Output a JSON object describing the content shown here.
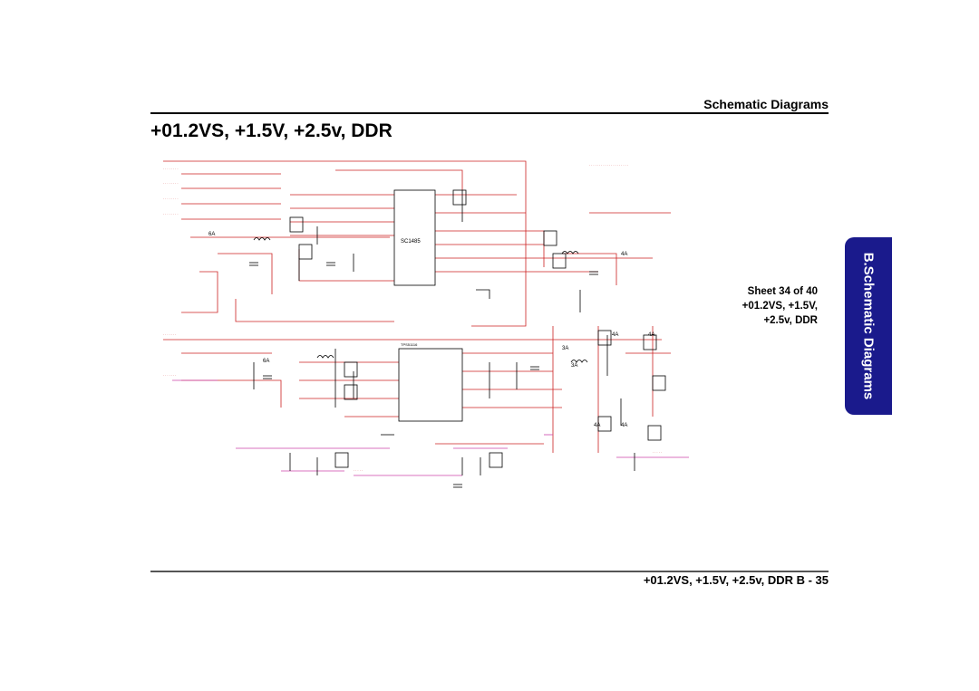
{
  "header": {
    "title": "Schematic  Diagrams"
  },
  "page": {
    "title": "+01.2VS, +1.5V, +2.5v, DDR"
  },
  "sheet": {
    "line1": "Sheet 34 of 40",
    "line2": "+01.2VS, +1.5V,",
    "line3": "+2.5v, DDR"
  },
  "side_tab": {
    "label": "B.Schematic Diagrams"
  },
  "footer": {
    "text": "+01.2VS, +1.5V, +2.5v, DDR  B  -  35"
  },
  "schematic": {
    "ic_top": "SC1485",
    "ic_bottom": "TPS51116",
    "current_labels": [
      "6A",
      "6A",
      "4A",
      "3A",
      "3A",
      "4A",
      "4A",
      "4A",
      "4A"
    ]
  },
  "colors": {
    "wire_red": "#cc2222",
    "wire_magenta": "#cc44aa",
    "tab_blue": "#1a1a8c",
    "ink": "#000000"
  }
}
